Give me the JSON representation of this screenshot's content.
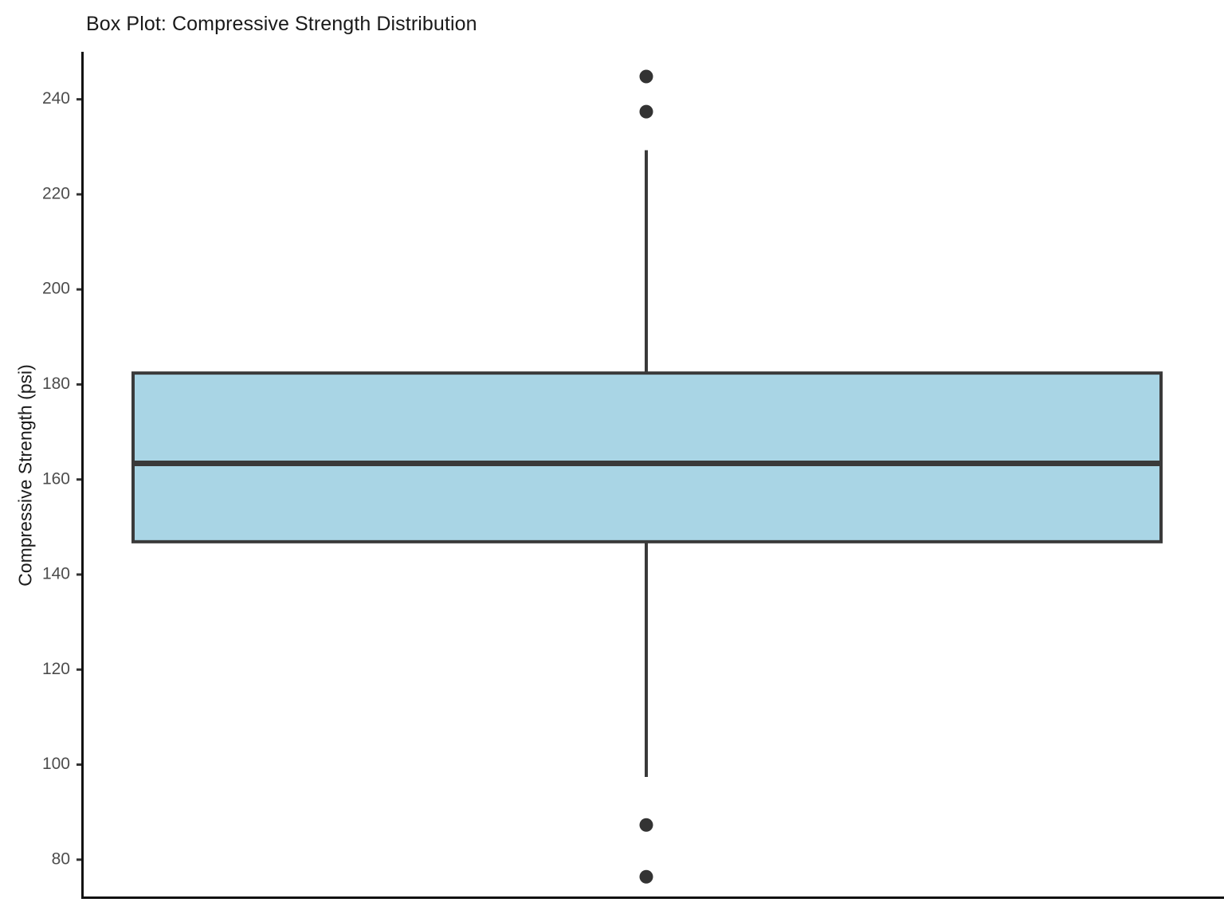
{
  "chart_data": {
    "type": "box",
    "title": "Box Plot: Compressive Strength Distribution",
    "xlabel": "",
    "ylabel": "Compressive Strength (psi)",
    "ylim": [
      72,
      250
    ],
    "yticks": [
      80,
      100,
      120,
      140,
      160,
      180,
      200,
      220,
      240
    ],
    "ytick_labels": [
      "80",
      "100",
      "120",
      "140",
      "160",
      "180",
      "200",
      "220",
      "240"
    ],
    "grid": false,
    "legend": null,
    "orientation": "vertical-scale-horizontal-box",
    "categories": [
      ""
    ],
    "boxes": [
      {
        "name": "Compressive Strength",
        "q1": 146.9,
        "median": 163.4,
        "q3": 182.4,
        "whisker_low": 97.4,
        "whisker_high": 229.3,
        "outliers": [
          244.8,
          237.4,
          87.3,
          76.4
        ],
        "box_fill": "#a9d5e5",
        "line_color": "#3a3a3a"
      }
    ],
    "colors": {
      "box_fill": "#a9d5e5",
      "box_edge": "#3a3a3a",
      "median": "#3a3a3a",
      "whisker": "#3a3a3a",
      "outlier": "#333333",
      "axis": "#111111",
      "tick_label": "#4d4d4d",
      "title": "#1a1a1a",
      "background": "#ffffff"
    }
  },
  "axis": {
    "tick_values": [
      240,
      220,
      200,
      180,
      160,
      140,
      120,
      100,
      80
    ],
    "tick_text": [
      "240",
      "220",
      "200",
      "180",
      "160",
      "140",
      "120",
      "100",
      "80"
    ]
  }
}
